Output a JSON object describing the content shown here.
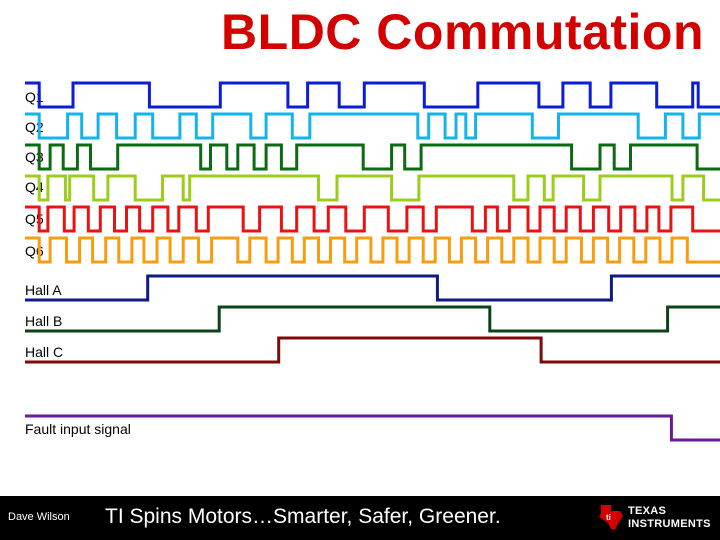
{
  "slide": {
    "title": "BLDC Commutation"
  },
  "signals": [
    {
      "label": "Q1",
      "color": "#0a1ed8",
      "low": [
        [
          260,
          880
        ],
        [
          2280,
          3580
        ],
        [
          4820,
          5180
        ],
        [
          5760,
          6220
        ],
        [
          7320,
          8300
        ],
        [
          9420,
          9860
        ],
        [
          10360,
          10740
        ],
        [
          11580,
          12240
        ],
        [
          12340,
          12740
        ]
      ]
    },
    {
      "label": "Q2",
      "color": "#14b4ea",
      "low": [
        [
          260,
          780
        ],
        [
          1040,
          1340
        ],
        [
          1680,
          2020
        ],
        [
          2340,
          2840
        ],
        [
          3140,
          3440
        ],
        [
          4140,
          4420
        ],
        [
          4900,
          5220
        ],
        [
          7200,
          7400
        ],
        [
          7700,
          7900
        ],
        [
          8080,
          8260
        ],
        [
          9300,
          9780
        ],
        [
          11240,
          11740
        ],
        [
          12060,
          12360
        ]
      ]
    },
    {
      "label": "Q3",
      "color": "#0c6a12",
      "low": [
        [
          260,
          460
        ],
        [
          700,
          960
        ],
        [
          1200,
          1700
        ],
        [
          3220,
          3400
        ],
        [
          3700,
          3900
        ],
        [
          4200,
          4420
        ],
        [
          4700,
          4980
        ],
        [
          6200,
          6720
        ],
        [
          6960,
          7260
        ],
        [
          10020,
          10540
        ],
        [
          10800,
          11100
        ],
        [
          12320,
          12740
        ]
      ]
    },
    {
      "label": "Q4",
      "color": "#9ccc1c",
      "low": [
        [
          260,
          420
        ],
        [
          740,
          820
        ],
        [
          1260,
          1520
        ],
        [
          2020,
          2520
        ],
        [
          2900,
          3020
        ],
        [
          5380,
          5720
        ],
        [
          6720,
          7220
        ],
        [
          8960,
          9220
        ],
        [
          9520,
          9680
        ],
        [
          10240,
          10540
        ],
        [
          11860,
          12060
        ],
        [
          12440,
          12740
        ]
      ]
    },
    {
      "label": "Q5",
      "color": "#e81414",
      "low": [
        [
          260,
          420
        ],
        [
          720,
          900
        ],
        [
          1160,
          1380
        ],
        [
          1640,
          1860
        ],
        [
          2100,
          2340
        ],
        [
          2620,
          2820
        ],
        [
          3140,
          3360
        ],
        [
          4000,
          4300
        ],
        [
          4700,
          4980
        ],
        [
          5300,
          5560
        ],
        [
          5880,
          6220
        ],
        [
          6660,
          7000
        ],
        [
          7300,
          7540
        ],
        [
          8200,
          8440
        ],
        [
          8660,
          8880
        ],
        [
          9220,
          9440
        ],
        [
          9700,
          9920
        ],
        [
          10180,
          10420
        ],
        [
          10700,
          10920
        ],
        [
          11180,
          11400
        ],
        [
          11620,
          11840
        ],
        [
          12240,
          12740
        ]
      ]
    },
    {
      "label": "Q6",
      "color": "#f89c10",
      "low": [
        [
          260,
          460
        ],
        [
          760,
          1000
        ],
        [
          1240,
          1480
        ],
        [
          1720,
          1960
        ],
        [
          2180,
          2420
        ],
        [
          2660,
          2900
        ],
        [
          3180,
          3420
        ],
        [
          3900,
          4120
        ],
        [
          4420,
          4640
        ],
        [
          4900,
          5120
        ],
        [
          5380,
          5600
        ],
        [
          5860,
          6080
        ],
        [
          6340,
          6560
        ],
        [
          6820,
          7040
        ],
        [
          7300,
          7520
        ],
        [
          7780,
          8000
        ],
        [
          8260,
          8480
        ],
        [
          8740,
          8960
        ],
        [
          9220,
          9440
        ],
        [
          9700,
          9920
        ],
        [
          10200,
          10420
        ],
        [
          10680,
          10900
        ],
        [
          11160,
          11380
        ],
        [
          11640,
          11860
        ],
        [
          12140,
          12740
        ]
      ]
    },
    {
      "label": "Hall A",
      "color": "#0d1a86",
      "low": [
        [
          0,
          2250
        ],
        [
          7560,
          10750
        ]
      ]
    },
    {
      "label": "Hall B",
      "color": "#0b4418",
      "low": [
        [
          0,
          3560
        ],
        [
          8520,
          11780
        ]
      ]
    },
    {
      "label": "Hall C",
      "color": "#7c0a0a",
      "low": [
        [
          0,
          4650
        ],
        [
          9460,
          12740
        ]
      ]
    },
    {
      "label": "Fault input signal",
      "color": "#6a1a96",
      "low": [
        [
          11850,
          12740
        ]
      ]
    }
  ],
  "timing": {
    "xmax": 12740
  },
  "footer": {
    "author": "Dave Wilson",
    "tagline": "TI Spins Motors…Smarter, Safer, Greener.",
    "logo_line1": "TEXAS",
    "logo_line2": "INSTRUMENTS",
    "logo_icon": "texas-state-icon"
  }
}
